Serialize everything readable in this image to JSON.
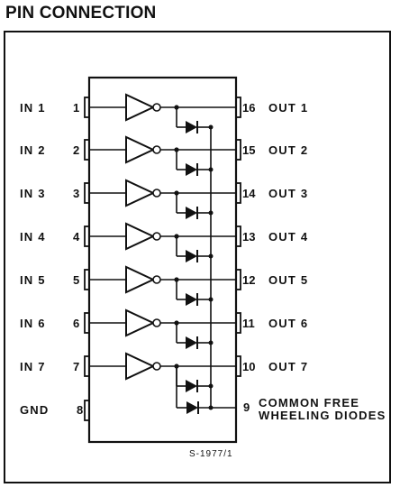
{
  "heading": "PIN CONNECTION",
  "left_pins": [
    {
      "num": "1",
      "label": "IN  1"
    },
    {
      "num": "2",
      "label": "IN  2"
    },
    {
      "num": "3",
      "label": "IN  3"
    },
    {
      "num": "4",
      "label": "IN  4"
    },
    {
      "num": "5",
      "label": "IN  5"
    },
    {
      "num": "6",
      "label": "IN  6"
    },
    {
      "num": "7",
      "label": "IN  7"
    },
    {
      "num": "8",
      "label": "GND"
    }
  ],
  "right_pins": [
    {
      "num": "16",
      "label": "OUT  1"
    },
    {
      "num": "15",
      "label": "OUT  2"
    },
    {
      "num": "14",
      "label": "OUT  3"
    },
    {
      "num": "13",
      "label": "OUT  4"
    },
    {
      "num": "12",
      "label": "OUT  5"
    },
    {
      "num": "11",
      "label": "OUT  6"
    },
    {
      "num": "10",
      "label": "OUT  7"
    },
    {
      "num": "9",
      "label_line1": "COMMON  FREE",
      "label_line2": "WHEELING DIODES"
    }
  ],
  "drawing_ref": "S-1977/1"
}
